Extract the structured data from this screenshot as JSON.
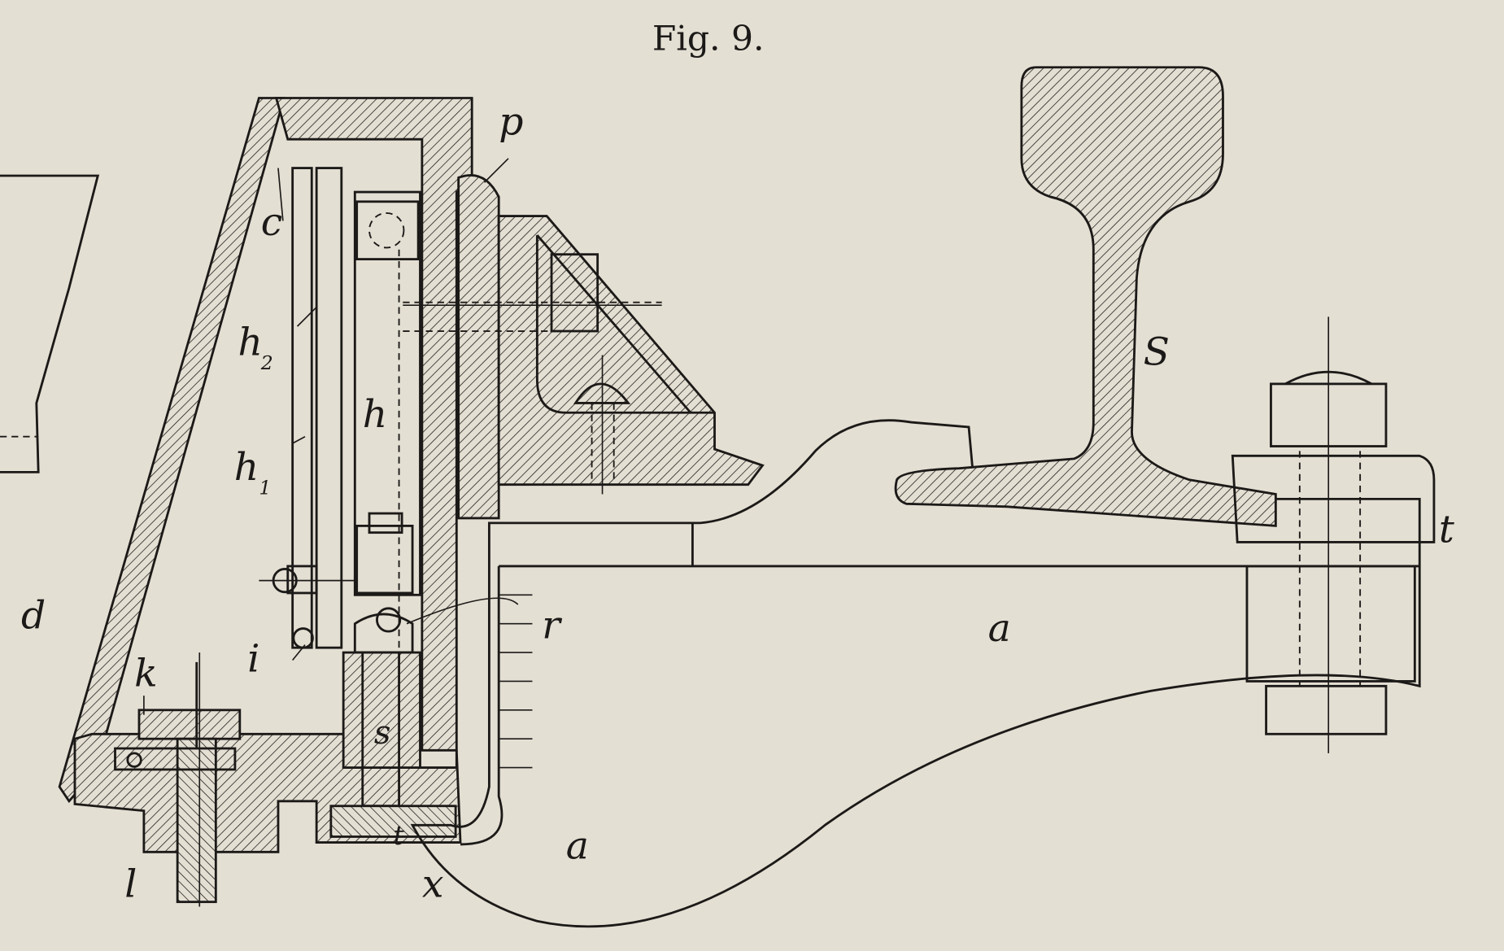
{
  "figure": {
    "title": "Fig. 9.",
    "labels": {
      "p": "p",
      "c": "c",
      "h2": "h",
      "h2_sub": "2",
      "h": "h",
      "h1": "h",
      "h1_sub": "1",
      "d": "d",
      "k": "k",
      "i": "i",
      "r": "r",
      "s": "s",
      "l": "l",
      "x": "x",
      "t_small": "t",
      "a_arm": "a",
      "a_lower": "a",
      "S_rail": "S",
      "t_clamp": "t"
    },
    "colors": {
      "paper": "#e4dfd3",
      "ink": "#1c1a18"
    }
  }
}
